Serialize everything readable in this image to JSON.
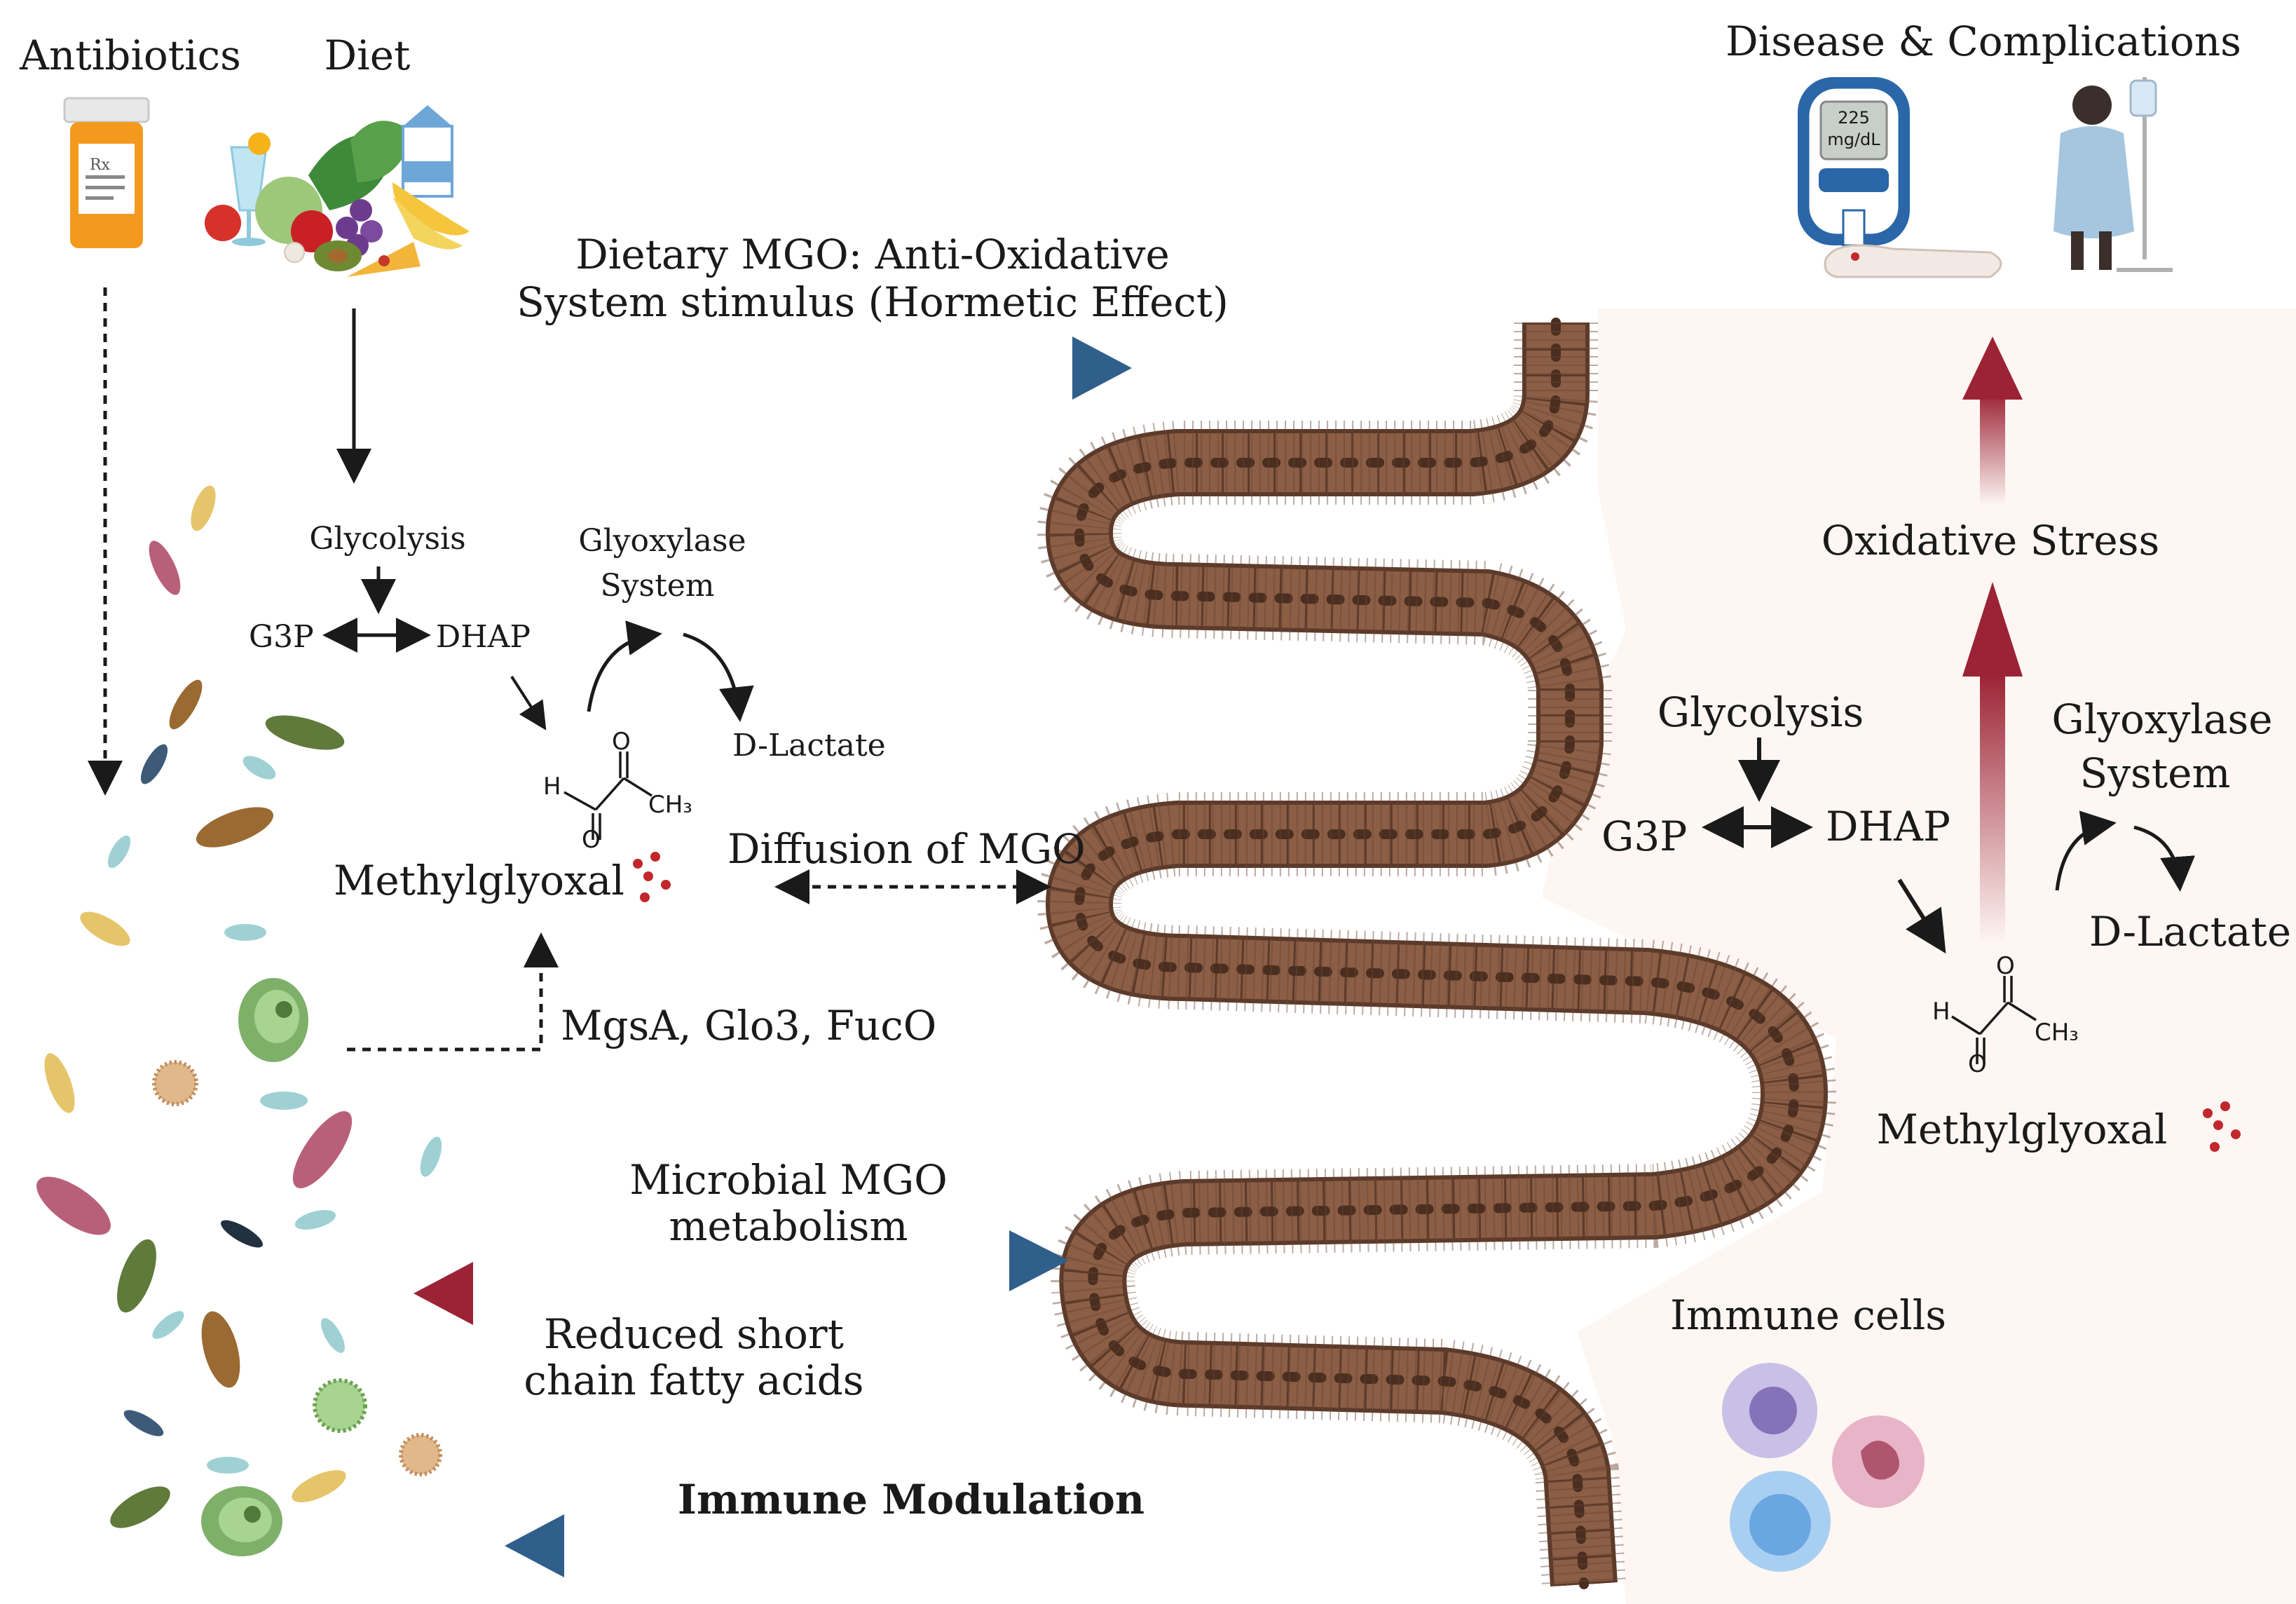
{
  "inputs": {
    "antibiotics": "Antibiotics",
    "diet": "Diet"
  },
  "left_pathway": {
    "glycolysis": "Glycolysis",
    "g3p": "G3P",
    "dhap": "DHAP",
    "glyoxylase_line1": "Glyoxylase",
    "glyoxylase_line2": "System",
    "d_lactate": "D-Lactate",
    "methylglyoxal": "Methylglyoxal",
    "enzymes": "MgsA, Glo3, FucO"
  },
  "molecule": {
    "h": "H",
    "o": "O",
    "ch3": "CH₃"
  },
  "arrows": {
    "dietary_line1": "Dietary MGO: Anti-Oxidative",
    "dietary_line2": "System stimulus (Hormetic Effect)",
    "diffusion": "Diffusion of MGO",
    "microbial_line1": "Microbial MGO",
    "microbial_line2": "metabolism",
    "scfa_line1": "Reduced short",
    "scfa_line2": "chain fatty acids",
    "immune_modulation": "Immune Modulation"
  },
  "right_pathway": {
    "glycolysis": "Glycolysis",
    "g3p": "G3P",
    "dhap": "DHAP",
    "glyoxylase_line1": "Glyoxylase",
    "glyoxylase_line2": "System",
    "d_lactate": "D-Lactate",
    "methylglyoxal": "Methylglyoxal",
    "oxidative_stress": "Oxidative Stress",
    "immune_cells": "Immune cells"
  },
  "disease": {
    "title": "Disease & Complications",
    "glucometer_value": "225",
    "glucometer_unit": "mg/dL"
  },
  "colors": {
    "blue_arrow": "#2f5f8a",
    "red_arrow": "#9b2335",
    "intestine": "#8b5e45",
    "tissue_bg": "#fdf6f2"
  }
}
